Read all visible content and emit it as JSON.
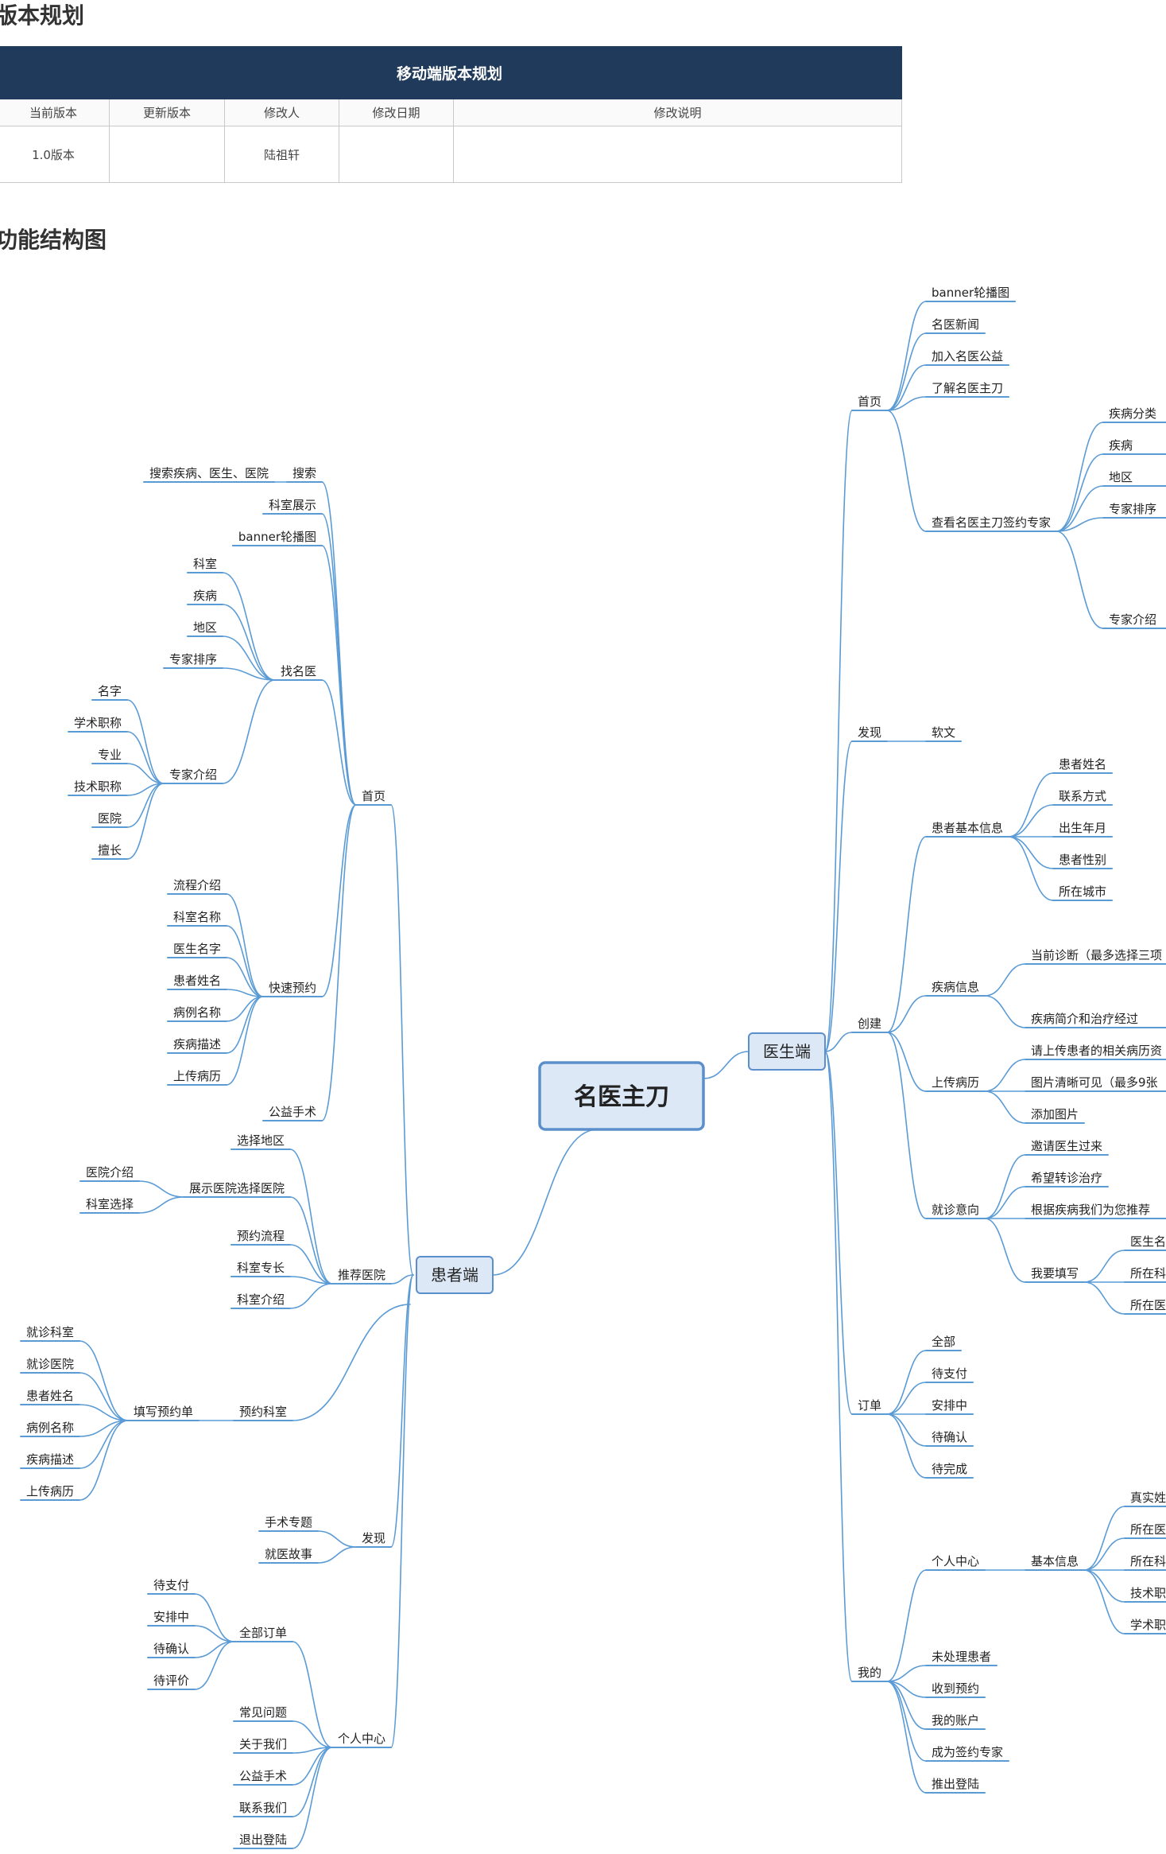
{
  "section1_title": "版本规划",
  "section2_title": "功能结构图",
  "version_table": {
    "caption": "移动端版本规划",
    "headers": [
      "当前版本",
      "更新版本",
      "修改人",
      "修改日期",
      "修改说明"
    ],
    "rows": [
      [
        "1.0版本",
        "",
        "陆祖轩",
        "",
        ""
      ]
    ]
  },
  "mindmap": {
    "root": "名医主刀",
    "patient": {
      "label": "患者端",
      "home": {
        "label": "首页",
        "search": {
          "label": "搜索",
          "child": "搜索疾病、医生、医院"
        },
        "dept_show": "科室展示",
        "banner": "banner轮播图",
        "find_doctor": {
          "label": "找名医",
          "items": [
            "科室",
            "疾病",
            "地区",
            "专家排序"
          ],
          "expert": {
            "label": "专家介绍",
            "items": [
              "名字",
              "学术职称",
              "专业",
              "技术职称",
              "医院",
              "擅长"
            ]
          }
        },
        "quick_book": {
          "label": "快速预约",
          "items": [
            "流程介绍",
            "科室名称",
            "医生名字",
            "患者姓名",
            "病例名称",
            "疾病描述",
            "上传病历"
          ]
        },
        "charity": "公益手术"
      },
      "recommend": {
        "label": "推荐医院",
        "region": "选择地区",
        "show_hospital": {
          "label": "展示医院选择医院",
          "items": [
            "医院介绍",
            "科室选择"
          ]
        },
        "items": [
          "预约流程",
          "科室专长",
          "科室介绍"
        ]
      },
      "book_dept": {
        "label": "预约科室",
        "form": {
          "label": "填写预约单",
          "items": [
            "就诊科室",
            "就诊医院",
            "患者姓名",
            "病例名称",
            "疾病描述",
            "上传病历"
          ]
        }
      },
      "discover": {
        "label": "发现",
        "items": [
          "手术专题",
          "就医故事"
        ]
      },
      "center": {
        "label": "个人中心",
        "orders": {
          "label": "全部订单",
          "items": [
            "待支付",
            "安排中",
            "待确认",
            "待评价"
          ]
        },
        "items": [
          "常见问题",
          "关于我们",
          "公益手术",
          "联系我们",
          "退出登陆"
        ]
      }
    },
    "doctor": {
      "label": "医生端",
      "home": {
        "label": "首页",
        "items": [
          "banner轮播图",
          "名医新闻",
          "加入名医公益",
          "了解名医主刀"
        ],
        "signed": {
          "label": "查看名医主刀签约专家",
          "items": [
            "疾病分类",
            "疾病",
            "地区",
            "专家排序",
            "专家介绍"
          ]
        }
      },
      "discover": {
        "label": "发现",
        "child": "软文"
      },
      "create": {
        "label": "创建",
        "basic": {
          "label": "患者基本信息",
          "items": [
            "患者姓名",
            "联系方式",
            "出生年月",
            "患者性别",
            "所在城市"
          ]
        },
        "disease": {
          "label": "疾病信息",
          "items": [
            "当前诊断（最多选择三项",
            "疾病简介和治疗经过"
          ]
        },
        "upload": {
          "label": "上传病历",
          "items": [
            "请上传患者的相关病历资",
            "图片清晰可见（最多9张",
            "添加图片"
          ]
        },
        "intent": {
          "label": "就诊意向",
          "items": [
            "邀请医生过来",
            "希望转诊治疗",
            "根据疾病我们为您推荐"
          ],
          "fill": {
            "label": "我要填写",
            "items": [
              "医生名",
              "所在科",
              "所在医"
            ]
          }
        }
      },
      "orders": {
        "label": "订单",
        "items": [
          "全部",
          "待支付",
          "安排中",
          "待确认",
          "待完成"
        ]
      },
      "mine": {
        "label": "我的",
        "center": {
          "label": "个人中心",
          "basic": {
            "label": "基本信息",
            "items": [
              "真实姓",
              "所在医",
              "所在科",
              "技术职",
              "学术职"
            ]
          }
        },
        "items": [
          "未处理患者",
          "收到预约",
          "我的账户",
          "成为签约专家",
          "推出登陆"
        ]
      }
    }
  },
  "colors": {
    "header_bg": "#1f3a5a",
    "line": "#5b9bd5",
    "node_fill": "#dce8f6",
    "node_stroke": "#5b8fcb",
    "root_text": "#2f5d8e"
  }
}
